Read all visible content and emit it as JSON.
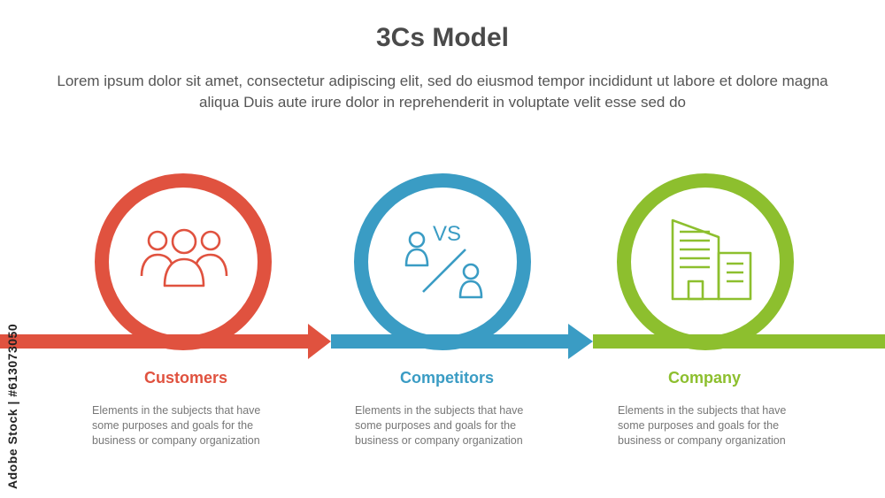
{
  "title": "3Cs Model",
  "subtitle": "Lorem ipsum dolor sit amet, consectetur adipiscing elit, sed do eiusmod tempor incididunt ut labore et dolore magna aliqua Duis aute irure dolor in reprehenderit in voluptate velit esse sed do",
  "items": [
    {
      "label": "Customers",
      "description": "Elements in the subjects that have some purposes and goals for the business or company organization",
      "color": "#e0523f",
      "icon": "group-people-icon"
    },
    {
      "label": "Competitors",
      "description": "Elements in the subjects that have some purposes and goals for the business or company organization",
      "color": "#3a9cc4",
      "icon": "versus-people-icon",
      "icon_text": "VS"
    },
    {
      "label": "Company",
      "description": "Elements in the subjects that have some purposes and goals for the business or company organization",
      "color": "#8dbf2e",
      "icon": "office-building-icon"
    }
  ],
  "watermark_text": "Adobe Stock | #613073050"
}
